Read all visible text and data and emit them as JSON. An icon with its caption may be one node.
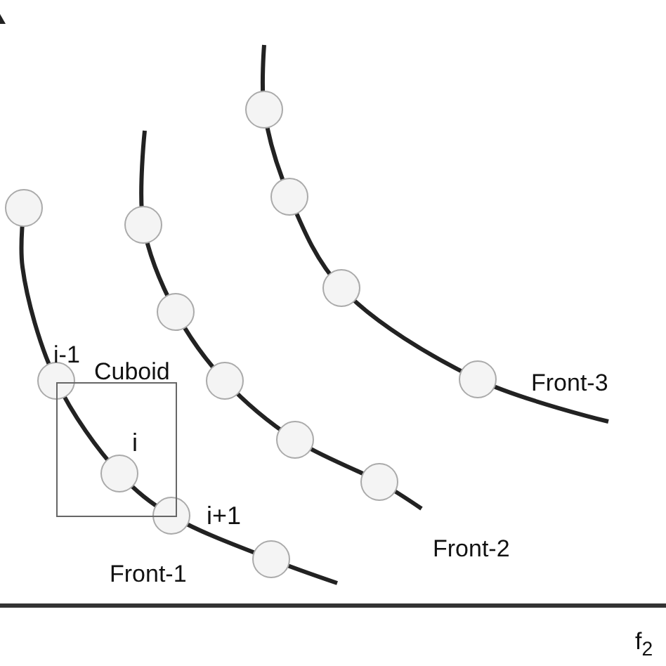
{
  "diagram": {
    "nodes": [
      {
        "text": [
          "Cuboid"
        ]
      }
    ],
    "labels": [
      "i-1",
      "i",
      "i+1",
      "Front-1",
      "Front-2",
      "Front-3",
      "f$_{2}$"
    ]
  }
}
